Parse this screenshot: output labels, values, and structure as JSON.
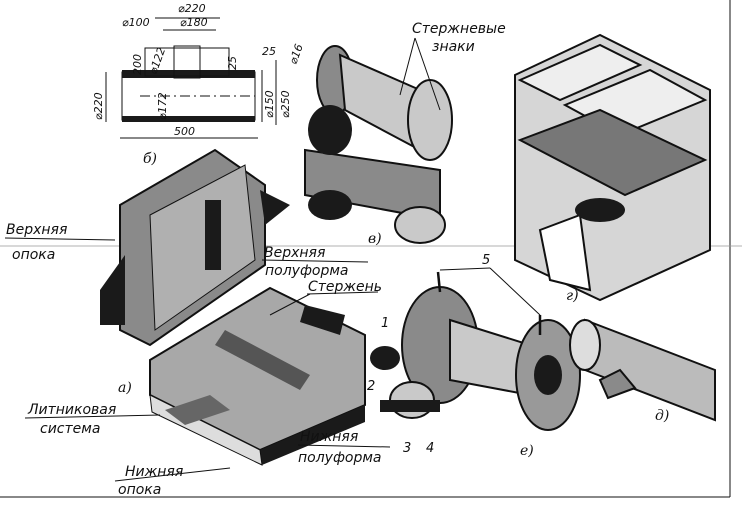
{
  "figure": {
    "panel_labels": {
      "a": "а)",
      "b": "б)",
      "v": "в)",
      "g": "г)",
      "d": "д)",
      "e": "е)"
    },
    "callouts": {
      "upper_flask": [
        "Верхняя",
        "опока"
      ],
      "upper_half_mold": [
        "Верхняя",
        "полуформа"
      ],
      "core": "Стержень",
      "core_prints": [
        "Стержневые",
        "знаки"
      ],
      "gating_system": [
        "Литниковая",
        "система"
      ],
      "lower_half_mold": [
        "Нижняя",
        "полуформа"
      ],
      "lower_flask": [
        "Нижняя",
        "опока"
      ]
    },
    "numbers": [
      "1",
      "2",
      "3",
      "4",
      "5"
    ],
    "dimensions": {
      "d220_top": "⌀220",
      "d180": "⌀180",
      "d100": "⌀100",
      "h200": "200",
      "d122": "⌀122",
      "s25a": "25",
      "s25b": "25",
      "d16": "⌀16",
      "d220_left": "⌀220",
      "d172": "⌀172",
      "d150": "⌀150",
      "d250": "⌀250",
      "len500": "500"
    }
  }
}
